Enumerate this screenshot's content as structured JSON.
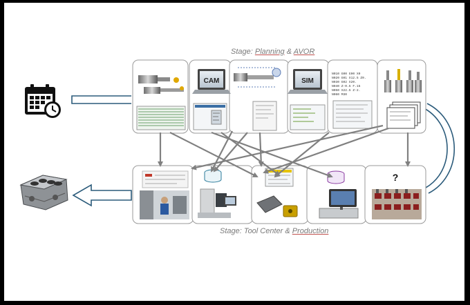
{
  "stages": {
    "top": {
      "prefix": "Stage: ",
      "word1": "Planning",
      "sep": " & ",
      "word2": "AVOR"
    },
    "bottom": {
      "prefix": "Stage: Tool Center & ",
      "word1": "Production"
    }
  },
  "panels": {
    "cam_label": "CAM",
    "sim_label": "SIM",
    "question_mark": "?",
    "nc_code_lines": [
      "N010 G00 G90 X0",
      "N020 G01 X12.5 Z0.",
      "N030 G02 X20.",
      "N040 Z-0.5 F.15",
      "N050 X22.5 Z-2.",
      "N060 M30"
    ]
  },
  "colors": {
    "connector": "#2a5a7a",
    "flow_arrow": "#7f7f7f",
    "panel_border": "#9a9a9a"
  }
}
